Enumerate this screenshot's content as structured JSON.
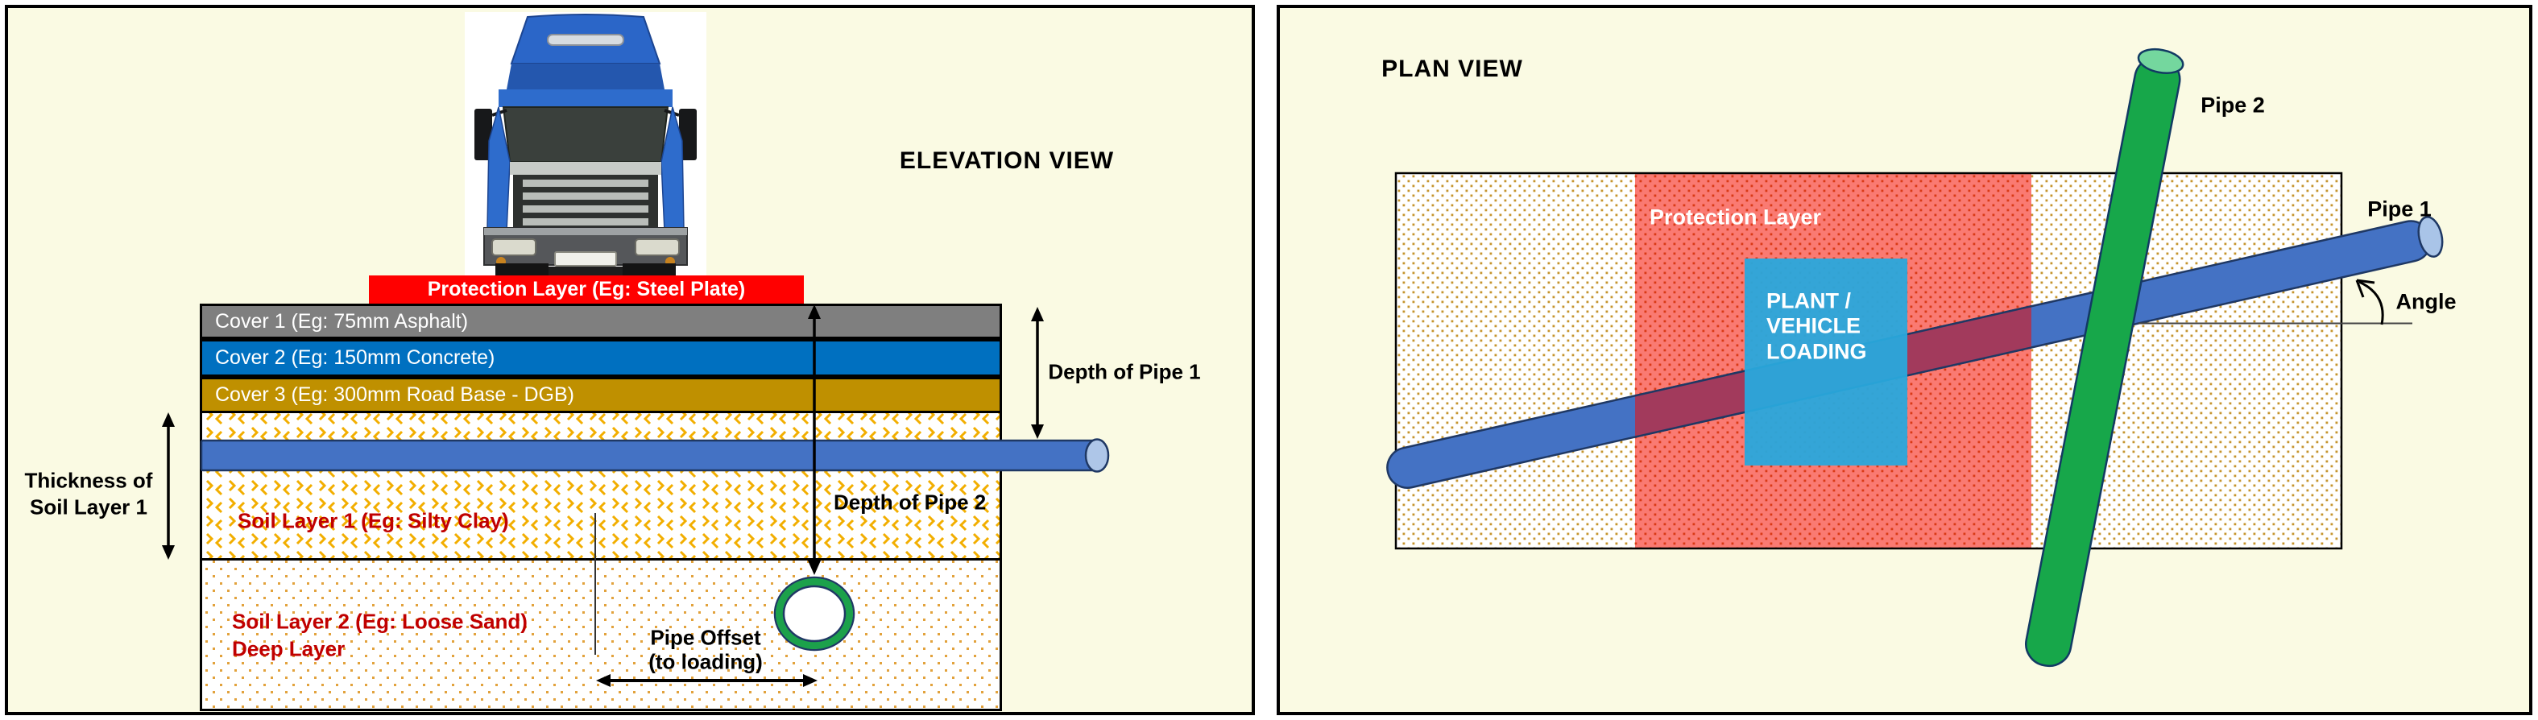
{
  "elevation": {
    "title": "ELEVATION VIEW",
    "protection_layer": {
      "label": "Protection Layer (Eg: Steel Plate)",
      "color": "#FF0000"
    },
    "covers": [
      {
        "label": "Cover 1 (Eg: 75mm Asphalt)",
        "color": "#7F7F7F"
      },
      {
        "label": "Cover 2 (Eg: 150mm Concrete)",
        "color": "#0070C0"
      },
      {
        "label": "Cover 3 (Eg: 300mm Road Base - DGB)",
        "color": "#BF9000"
      }
    ],
    "soil_layers": [
      {
        "label": "Soil Layer 1 (Eg: Silty Clay)"
      },
      {
        "label": "Soil Layer 2 (Eg: Loose Sand)",
        "sublabel": "Deep Layer"
      }
    ],
    "annotations": {
      "thickness_line1": "Thickness of",
      "thickness_line2": "Soil Layer 1",
      "depth_pipe1": "Depth of Pipe 1",
      "depth_pipe2": "Depth of Pipe 2",
      "pipe_offset_line1": "Pipe Offset",
      "pipe_offset_line2": "(to loading)"
    }
  },
  "plan": {
    "title": "PLAN VIEW",
    "protection_layer_label": "Protection Layer",
    "loading_lines": [
      "PLANT /",
      "VEHICLE",
      "LOADING"
    ],
    "pipe1_label": "Pipe 1",
    "pipe2_label": "Pipe 2",
    "angle_label": "Angle"
  },
  "colors": {
    "panel_background": "#FAFAE3",
    "protection_red": "#FF0000",
    "plan_protection_salmon": "#FA7A72",
    "pipe1_blue": "#4472C4",
    "pipe1_cap": "#A9C4E8",
    "pipe2_green": "#17A74A",
    "pipe2_cap": "#74D79E",
    "loading_cyan": "#29A8DC",
    "pipe_outline_navy": "#1F3864",
    "soil_dot_gold": "#C5942D",
    "soil_chevron_orange": "#F2AE00",
    "soil_label_red": "#C00000",
    "pipe_overlap_maroon": "#A23A5C"
  }
}
